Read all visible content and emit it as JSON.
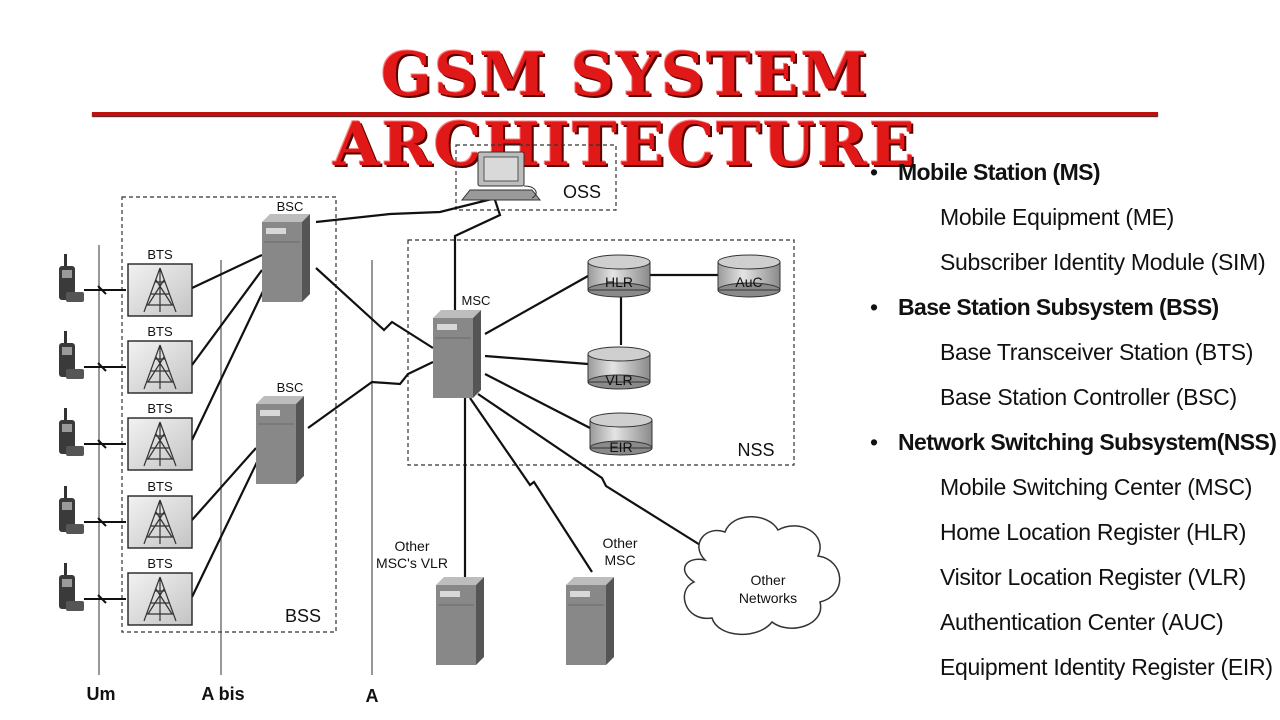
{
  "title": "GSM SYSTEM ARCHITECTURE",
  "diagram": {
    "bts_label": "BTS",
    "bsc_label": "BSC",
    "msc_label": "MSC",
    "oss_label": "OSS",
    "hlr_label": "HLR",
    "auc_label": "AuC",
    "vlr_label": "VLR",
    "eir_label": "EIR",
    "bss_label": "BSS",
    "nss_label": "NSS",
    "other_msc_vlr_line1": "Other",
    "other_msc_vlr_line2": "MSC's VLR",
    "other_msc_line1": "Other",
    "other_msc_line2": "MSC",
    "other_networks_line1": "Other",
    "other_networks_line2": "Networks",
    "interface_um": "Um",
    "interface_abis": "A bis",
    "interface_a": "A"
  },
  "legend": [
    {
      "kind": "heading",
      "text": "Mobile Station (MS)"
    },
    {
      "kind": "item",
      "text": "Mobile Equipment (ME)"
    },
    {
      "kind": "item",
      "text": "Subscriber Identity Module (SIM)"
    },
    {
      "kind": "heading",
      "text": "Base Station Subsystem (BSS)"
    },
    {
      "kind": "item",
      "text": "Base Transceiver Station (BTS)"
    },
    {
      "kind": "item",
      "text": "Base Station Controller (BSC)"
    },
    {
      "kind": "heading",
      "text": "Network Switching Subsystem(NSS)"
    },
    {
      "kind": "item",
      "text": "Mobile Switching Center (MSC)"
    },
    {
      "kind": "item",
      "text": "Home Location Register (HLR)"
    },
    {
      "kind": "item",
      "text": "Visitor Location Register (VLR)"
    },
    {
      "kind": "item",
      "text": "Authentication Center (AUC)"
    },
    {
      "kind": "item",
      "text": "Equipment Identity Register (EIR)"
    }
  ]
}
